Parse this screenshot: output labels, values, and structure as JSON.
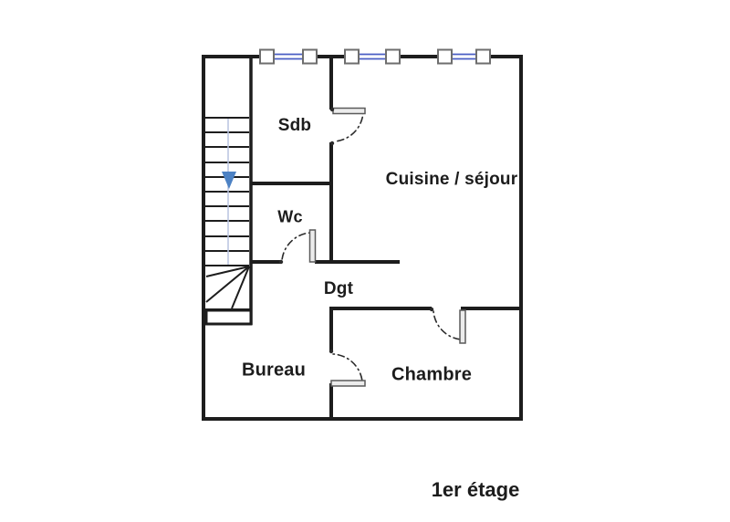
{
  "plan": {
    "floor_label": "1er étage",
    "rooms": [
      {
        "id": "sdb",
        "label": "Sdb"
      },
      {
        "id": "cuisine_sejour",
        "label": "Cuisine / séjour"
      },
      {
        "id": "wc",
        "label": "Wc"
      },
      {
        "id": "dgt",
        "label": "Dgt"
      },
      {
        "id": "bureau",
        "label": "Bureau"
      },
      {
        "id": "chambre",
        "label": "Chambre"
      }
    ],
    "stairs": {
      "arrow_icon": "arrow-down",
      "treads_visible": 11
    },
    "windows_visible": 3,
    "door_swings_visible": 4
  },
  "colors": {
    "background": "#ffffff",
    "wall": "#1d1d1d",
    "label": "#1c1c1c",
    "window_frame": "#6e6e6e",
    "window_glass": "#4a5ec4",
    "door_leaf_fill": "#ececec",
    "door_leaf_border": "#5a5a5a",
    "door_arc": "#2a2a2a",
    "stair_tread": "#1d1d1d",
    "stair_line": "#b8c4e0",
    "arrow": "#4d82c4"
  }
}
